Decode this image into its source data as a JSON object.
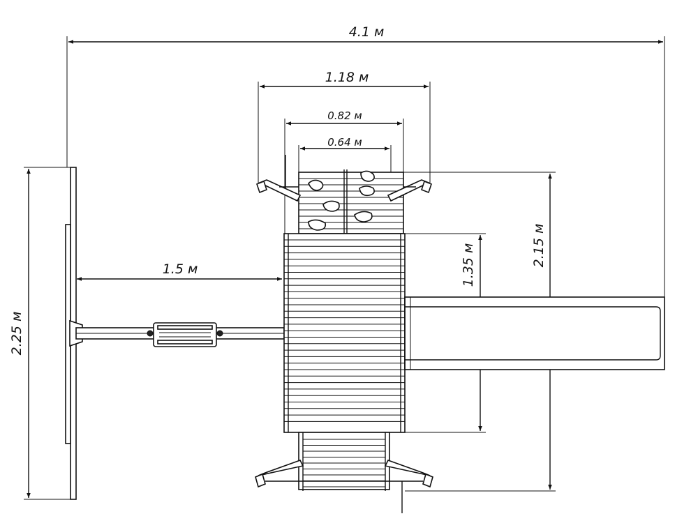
{
  "dimensions": {
    "total_length": "4.1 м",
    "roof_width": "1.18 м",
    "wall_width": "0.82 м",
    "climb_width": "0.64 м",
    "total_depth": "2.15 м",
    "platform_depth": "1.35 м",
    "swing_arm": "1.5 м",
    "swing_frame": "2.25 м"
  }
}
